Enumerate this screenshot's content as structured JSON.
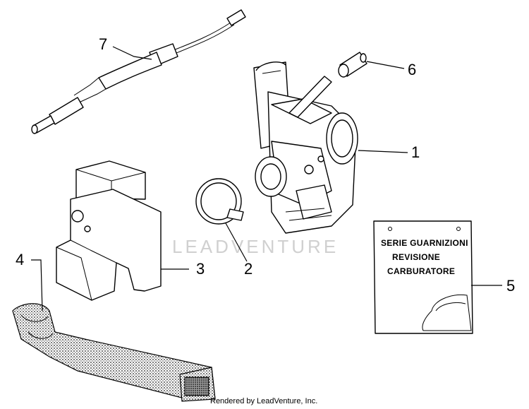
{
  "diagram": {
    "watermark": "LEADVENTURE",
    "footer": "Rendered by LeadVenture, Inc.",
    "callouts": {
      "c1": "1",
      "c2": "2",
      "c3": "3",
      "c4": "4",
      "c5": "5",
      "c6": "6",
      "c7": "7"
    },
    "kit_card": {
      "line1": "SERIE GUARNIZIONI",
      "line2": "REVISIONE",
      "line3": "CARBURATORE"
    }
  }
}
